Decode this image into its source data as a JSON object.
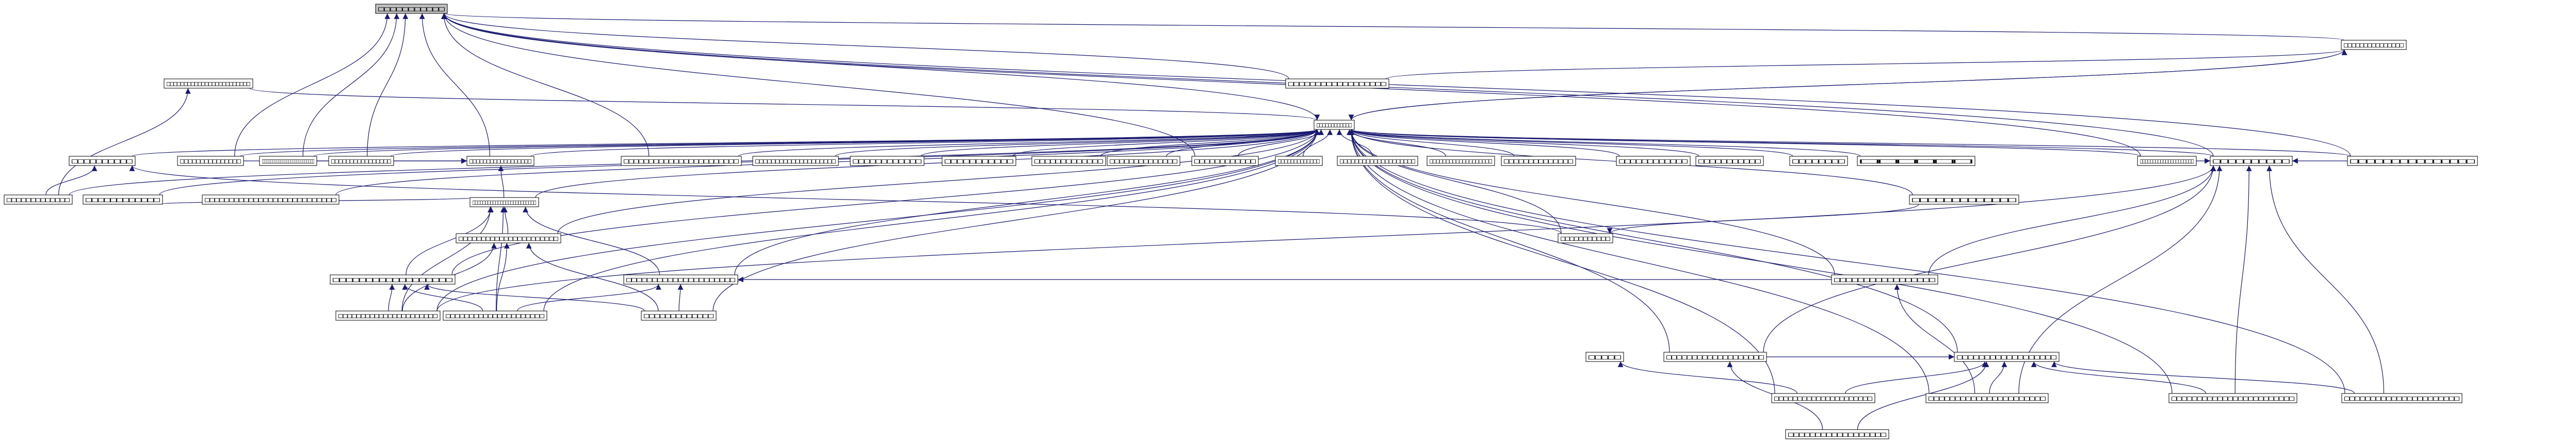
{
  "graph": {
    "edge_color": "#191970",
    "node_border": "#000000",
    "node_fill": "#ffffff",
    "root_fill": "#bfbfbf",
    "highlight_color": "#ff0000",
    "nodes": [
      {
        "id": "n0",
        "label": "□□□□□□□□□□□",
        "style": "root"
      },
      {
        "id": "n1",
        "label": "□□□□□□□□□□□□□□□"
      },
      {
        "id": "n2",
        "label": "□□□□□□□□□□□□□□□□□□"
      },
      {
        "id": "n3",
        "label": "□□□□□□□□□□□□"
      },
      {
        "id": "n4",
        "label": "□□□□□□□□□□"
      },
      {
        "id": "n5",
        "label": "□□□□□□□□□□□□□□□□□□□□□□□□"
      },
      {
        "id": "n6",
        "label": "□□□□□□□□□□□□□"
      },
      {
        "id": "n7",
        "label": "□□□□□□□□□□□□□□□□□□"
      },
      {
        "id": "n8",
        "label": "□□□□□□□□□□□□□□□"
      },
      {
        "id": "n9",
        "label": "□□□□□□□□□□□□□□□□□□□□□□□□□□"
      },
      {
        "id": "n10",
        "label": "□□□□□□□□□□□□□□□□□□□□□□□□□"
      },
      {
        "id": "n11",
        "label": "□□□□□□□□□□□□"
      },
      {
        "id": "n12",
        "label": "□□□□□□□□□□□□□□□□"
      },
      {
        "id": "n13",
        "label": "□□□□□□□□□□□□□□□□□□□□□□□"
      },
      {
        "id": "n14",
        "label": "□□□□□□□□□□□□□□□□□□□□"
      },
      {
        "id": "n15",
        "label": "□□□□□□□□□□□□"
      },
      {
        "id": "n16",
        "label": "□□□□□□□□□□□"
      },
      {
        "id": "n17",
        "label": "□□□□□□□□□□□□□"
      },
      {
        "id": "n18",
        "label": "□□□□□□□□□□□□□□"
      },
      {
        "id": "n19",
        "label": "□□□□□□□□□□□□"
      },
      {
        "id": "n20",
        "label": "□□□□□□□□□□□□□□□□□□□□□□□□□□□"
      },
      {
        "id": "n21",
        "label": "□□□□□□□□□□□□□□□□□□□□"
      },
      {
        "id": "n22",
        "label": "□□□□□□□□□□□□□□□□□□□"
      },
      {
        "id": "n23",
        "label": "□□□□□□□□□□□□□□□□□□□□□"
      },
      {
        "id": "n24",
        "label": "□□□□□□□□□□□□□"
      },
      {
        "id": "n25",
        "label": "□□□□□□□□□□□□"
      },
      {
        "id": "n26",
        "label": "□□□□□□□□□□□□□"
      },
      {
        "id": "n27",
        "label": "□□□□□□□□□□"
      },
      {
        "id": "n28",
        "label": "□□□□□□"
      },
      {
        "id": "n29",
        "label": "□□□□□□□□□□□□□□"
      },
      {
        "id": "n30",
        "label": "□□□□□□□□□□□"
      },
      {
        "id": "n31",
        "label": "□□□□□□□□□□□□",
        "style": "highlight"
      },
      {
        "id": "n32",
        "label": "□□□□□□□□□□□□□"
      },
      {
        "id": "n33",
        "label": "□□□□□□□□"
      },
      {
        "id": "n34",
        "label": "□□□□□□□□□□□□□□□□□□□□□"
      },
      {
        "id": "n35",
        "label": "□□□□□□□□□□"
      },
      {
        "id": "n36",
        "label": "□□□□□□□□□□□□□□"
      },
      {
        "id": "n37",
        "label": "□□□□□□□□□□□□□□□□□□□□□□□□"
      },
      {
        "id": "n38",
        "label": "□□□□□□□□□□□□□□□"
      },
      {
        "id": "n39",
        "label": "□□□□□□□□□□□"
      },
      {
        "id": "n40",
        "label": "□□□□□□□□□□□□□□□□□□□□"
      },
      {
        "id": "n41",
        "label": "□□□□□□□□□□□□□□□□□□□□□□"
      },
      {
        "id": "n42",
        "label": "□□□□□□□□□□□□□□□□□□□□□"
      },
      {
        "id": "n43",
        "label": "□□□□□□□□□□□□□□□□□□□□□"
      },
      {
        "id": "n44",
        "label": "□□□□□□□□□□□□□□□□□□"
      },
      {
        "id": "n45",
        "label": "□□□□□□□□□□□□□□□□□□□□□□"
      },
      {
        "id": "n46",
        "label": "□□□□□□□□□□□□□"
      },
      {
        "id": "n47",
        "label": "□□□□□□□□□□□□□□□□□"
      },
      {
        "id": "n48",
        "label": "□□□□□"
      },
      {
        "id": "n49",
        "label": "□□□□□□□□□□□□□□□□□□"
      },
      {
        "id": "n50",
        "label": "□□□□□□□□□□□□□□□□□□□"
      },
      {
        "id": "n51",
        "label": "□□□□□□□□□□□□□□□□□□□□□"
      },
      {
        "id": "n52",
        "label": "□□□□□□□□□□□□□□□□□□□□□□"
      },
      {
        "id": "n53",
        "label": "□□□□□□□□□□□□□□□□□□□□□□□□"
      },
      {
        "id": "n54",
        "label": "□□□□□□□□□□□□□□□□□□□□□□"
      },
      {
        "id": "n55",
        "label": "□□□□□□□□□□□□□□□□□□"
      }
    ],
    "edges": [
      [
        "n1",
        "n0"
      ],
      [
        "n2",
        "n0"
      ],
      [
        "n3",
        "n0"
      ],
      [
        "n7",
        "n0"
      ],
      [
        "n8",
        "n0"
      ],
      [
        "n9",
        "n0"
      ],
      [
        "n12",
        "n0"
      ],
      [
        "n13",
        "n0"
      ],
      [
        "n19",
        "n0"
      ],
      [
        "n34",
        "n0"
      ],
      [
        "n35",
        "n0"
      ],
      [
        "n38",
        "n0"
      ],
      [
        "n2",
        "n1"
      ],
      [
        "n3",
        "n1"
      ],
      [
        "n1",
        "n3"
      ],
      [
        "n4",
        "n3"
      ],
      [
        "n5",
        "n3"
      ],
      [
        "n6",
        "n3"
      ],
      [
        "n7",
        "n3"
      ],
      [
        "n8",
        "n3"
      ],
      [
        "n9",
        "n3"
      ],
      [
        "n10",
        "n3"
      ],
      [
        "n11",
        "n3"
      ],
      [
        "n12",
        "n3"
      ],
      [
        "n13",
        "n3"
      ],
      [
        "n14",
        "n3"
      ],
      [
        "n15",
        "n3"
      ],
      [
        "n16",
        "n3"
      ],
      [
        "n17",
        "n3"
      ],
      [
        "n18",
        "n3"
      ],
      [
        "n19",
        "n3"
      ],
      [
        "n20",
        "n3"
      ],
      [
        "n21",
        "n3"
      ],
      [
        "n22",
        "n3"
      ],
      [
        "n23",
        "n3"
      ],
      [
        "n24",
        "n3"
      ],
      [
        "n25",
        "n3"
      ],
      [
        "n26",
        "n3"
      ],
      [
        "n27",
        "n3"
      ],
      [
        "n28",
        "n3"
      ],
      [
        "n29",
        "n3"
      ],
      [
        "n30",
        "n3"
      ],
      [
        "n31",
        "n3"
      ],
      [
        "n32",
        "n3"
      ],
      [
        "n33",
        "n3"
      ],
      [
        "n34",
        "n3"
      ],
      [
        "n35",
        "n3"
      ],
      [
        "n36",
        "n3"
      ],
      [
        "n37",
        "n3"
      ],
      [
        "n38",
        "n3"
      ],
      [
        "n39",
        "n3"
      ],
      [
        "n40",
        "n3"
      ],
      [
        "n41",
        "n3"
      ],
      [
        "n42",
        "n3"
      ],
      [
        "n43",
        "n3"
      ],
      [
        "n44",
        "n3"
      ],
      [
        "n45",
        "n3"
      ],
      [
        "n46",
        "n3"
      ],
      [
        "n47",
        "n3"
      ],
      [
        "n49",
        "n3"
      ],
      [
        "n50",
        "n3"
      ],
      [
        "n51",
        "n3"
      ],
      [
        "n52",
        "n3"
      ],
      [
        "n53",
        "n3"
      ],
      [
        "n54",
        "n3"
      ],
      [
        "n34",
        "n35"
      ],
      [
        "n36",
        "n35"
      ],
      [
        "n37",
        "n35"
      ],
      [
        "n38",
        "n35"
      ],
      [
        "n40",
        "n35"
      ],
      [
        "n45",
        "n35"
      ],
      [
        "n47",
        "n35"
      ],
      [
        "n50",
        "n35"
      ],
      [
        "n52",
        "n35"
      ],
      [
        "n53",
        "n35"
      ],
      [
        "n54",
        "n35"
      ],
      [
        "n39",
        "n4"
      ],
      [
        "n6",
        "n4"
      ],
      [
        "n6",
        "n5"
      ],
      [
        "n8",
        "n7"
      ],
      [
        "n9",
        "n7"
      ],
      [
        "n10",
        "n7"
      ],
      [
        "n11",
        "n10"
      ],
      [
        "n41",
        "n10"
      ],
      [
        "n42",
        "n10"
      ],
      [
        "n43",
        "n10"
      ],
      [
        "n44",
        "n10"
      ],
      [
        "n45",
        "n10"
      ],
      [
        "n43",
        "n41"
      ],
      [
        "n45",
        "n41"
      ],
      [
        "n46",
        "n41"
      ],
      [
        "n43",
        "n42"
      ],
      [
        "n46",
        "n42"
      ],
      [
        "n47",
        "n42"
      ],
      [
        "n43",
        "n44"
      ],
      [
        "n45",
        "n44"
      ],
      [
        "n46",
        "n44"
      ],
      [
        "n48",
        "n40"
      ],
      [
        "n32",
        "n39"
      ],
      [
        "n52",
        "n47"
      ],
      [
        "n51",
        "n48"
      ],
      [
        "n50",
        "n49"
      ],
      [
        "n51",
        "n49"
      ],
      [
        "n52",
        "n49"
      ],
      [
        "n53",
        "n49"
      ],
      [
        "n54",
        "n49"
      ],
      [
        "n55",
        "n49"
      ],
      [
        "n55",
        "n50"
      ]
    ]
  }
}
